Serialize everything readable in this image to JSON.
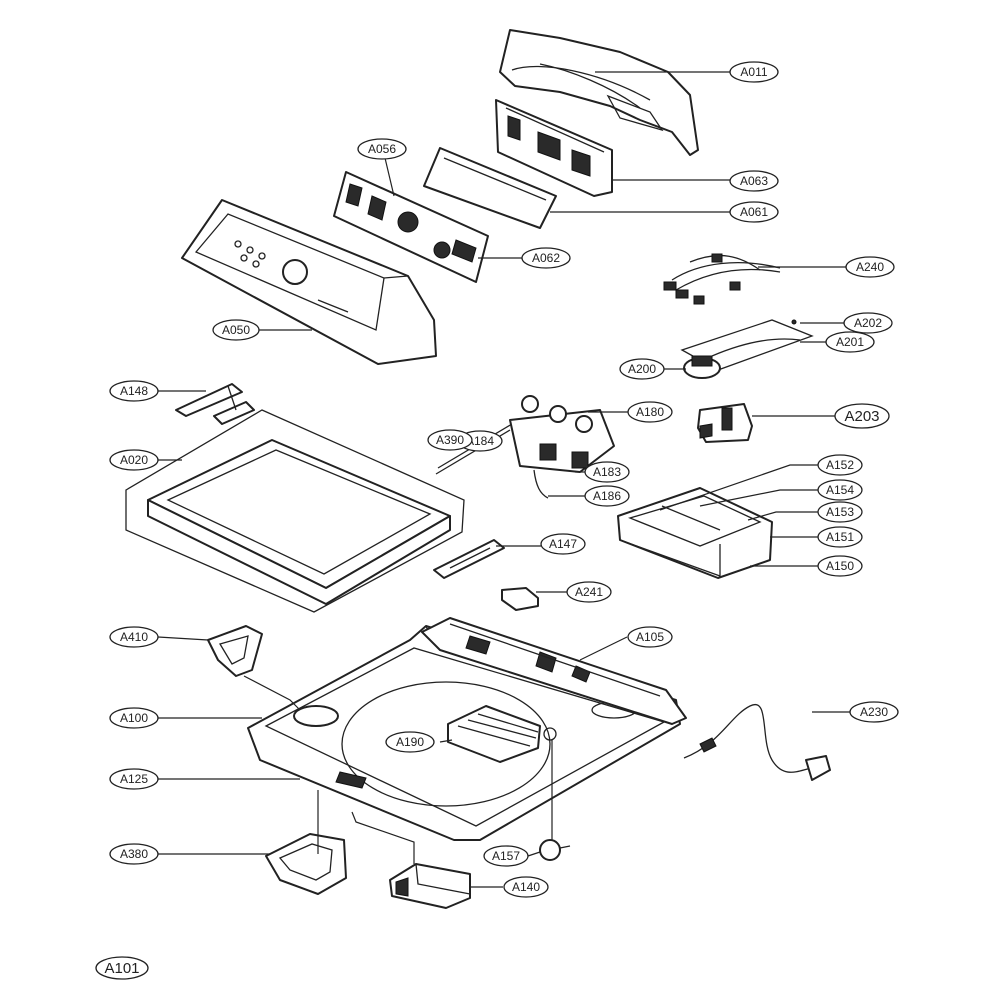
{
  "colors": {
    "stroke": "#222222",
    "background": "#ffffff"
  },
  "labels": {
    "a011": "A011",
    "a063": "A063",
    "a061": "A061",
    "a056": "A056",
    "a062": "A062",
    "a240": "A240",
    "a202": "A202",
    "a201": "A201",
    "a200": "A200",
    "a203": "A203",
    "a050": "A050",
    "a148": "A148",
    "a020": "A020",
    "a184": "A184",
    "a180": "A180",
    "a390": "A390",
    "a183": "A183",
    "a186": "A186",
    "a152": "A152",
    "a154": "A154",
    "a153": "A153",
    "a151": "A151",
    "a150": "A150",
    "a147": "A147",
    "a241": "A241",
    "a105": "A105",
    "a410": "A410",
    "a100": "A100",
    "a190": "A190",
    "a230": "A230",
    "a125": "A125",
    "a157": "A157",
    "a380": "A380",
    "a140": "A140",
    "a101": "A101"
  }
}
